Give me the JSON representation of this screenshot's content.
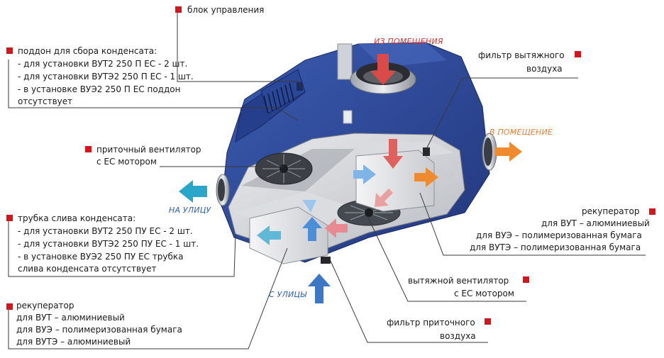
{
  "labels": {
    "control_unit": "блок управления",
    "condensate_tray": {
      "title": "поддон для сбора конденсата:",
      "lines": [
        "- для установки ВУТ2 250 П ЕС - 2 шт.",
        "- для установки ВУТЭ2 250 П ЕС - 1 шт.",
        "- в установке ВУЭ2 250 П ЕС поддон",
        "   отсутствует"
      ]
    },
    "supply_fan": [
      "приточный вентилятор",
      "с ЕС мотором"
    ],
    "drain_tube": {
      "title": "трубка слива конденсата:",
      "lines": [
        "- для установки ВУТ2 250 ПУ ЕС - 2 шт.",
        "- для установки ВУТЭ2 250 ПУ ЕС - 1 шт.",
        "- в установке ВУЭ2 250 ПУ ЕС трубка",
        "   слива конденсата отсутствует"
      ]
    },
    "recuperator_left": {
      "title": "рекуператор",
      "lines": [
        "для ВУТ – алюминиевый",
        "для ВУЭ – полимеризованная бумага",
        "для ВУТЭ – алюминиевый"
      ]
    },
    "exhaust_filter": [
      "фильтр вытяжного",
      "воздуха"
    ],
    "recuperator_right": {
      "title": "рекуператор",
      "lines": [
        "для ВУТ – алюминиевый",
        "для ВУЭ – полимеризованная бумага",
        "для ВУТЭ – полимеризованная бумага"
      ]
    },
    "exhaust_fan": [
      "вытяжной  вентилятор",
      "с ЕС мотором"
    ],
    "supply_filter": [
      "фильтр приточного",
      "воздуха"
    ]
  },
  "flows": {
    "from_room": "ИЗ ПОМЕЩЕНИЯ",
    "to_room": "В ПОМЕЩЕНИЕ",
    "outside": "НА УЛИЦУ",
    "from_street": "С УЛИЦЫ"
  },
  "colors": {
    "bullet": "#d6141c",
    "housing": "#2e4a9a",
    "supply_blue": "#4a8ed8",
    "exhaust_red": "#e05a5a",
    "warm_orange": "#f08a2e",
    "outside_teal": "#2aa6c8"
  }
}
